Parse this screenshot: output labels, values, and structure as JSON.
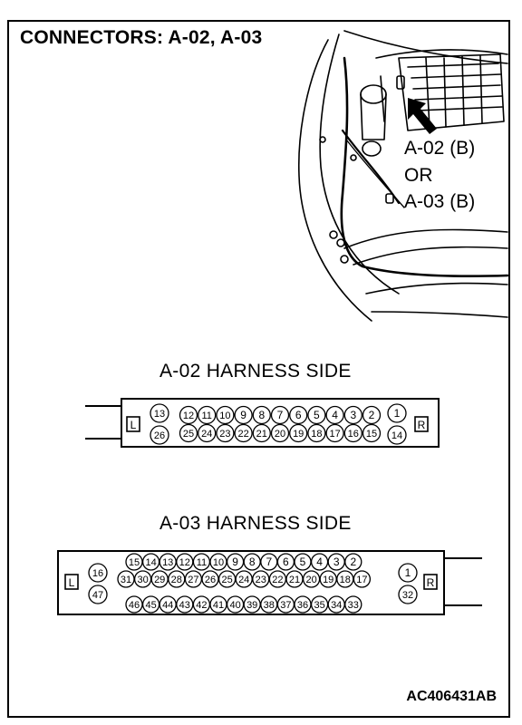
{
  "title": "CONNECTORS: A-02, A-03",
  "callout": {
    "line1": "A-02 (B)",
    "line2": "OR",
    "line3": "A-03 (B)"
  },
  "a02": {
    "label": "A-02 HARNESS SIDE",
    "left_mark": "L",
    "right_mark": "R",
    "pins": {
      "left_top": "13",
      "left_bottom": "26",
      "right_top": "1",
      "right_bottom": "14",
      "row1": [
        "12",
        "11",
        "10",
        "9",
        "8",
        "7",
        "6",
        "5",
        "4",
        "3",
        "2"
      ],
      "row2": [
        "25",
        "24",
        "23",
        "22",
        "21",
        "20",
        "19",
        "18",
        "17",
        "16",
        "15"
      ]
    }
  },
  "a03": {
    "label": "A-03 HARNESS SIDE",
    "left_mark": "L",
    "right_mark": "R",
    "pins": {
      "left_top": "16",
      "left_bottom": "47",
      "right_top": "1",
      "right_bottom": "32",
      "row1": [
        "15",
        "14",
        "13",
        "12",
        "11",
        "10",
        "9",
        "8",
        "7",
        "6",
        "5",
        "4",
        "3",
        "2"
      ],
      "row2": [
        "31",
        "30",
        "29",
        "28",
        "27",
        "26",
        "25",
        "24",
        "23",
        "22",
        "21",
        "20",
        "19",
        "18",
        "17"
      ],
      "row3": [
        "46",
        "45",
        "44",
        "43",
        "42",
        "41",
        "40",
        "39",
        "38",
        "37",
        "36",
        "35",
        "34",
        "33"
      ]
    }
  },
  "figure_code": "AC406431AB"
}
